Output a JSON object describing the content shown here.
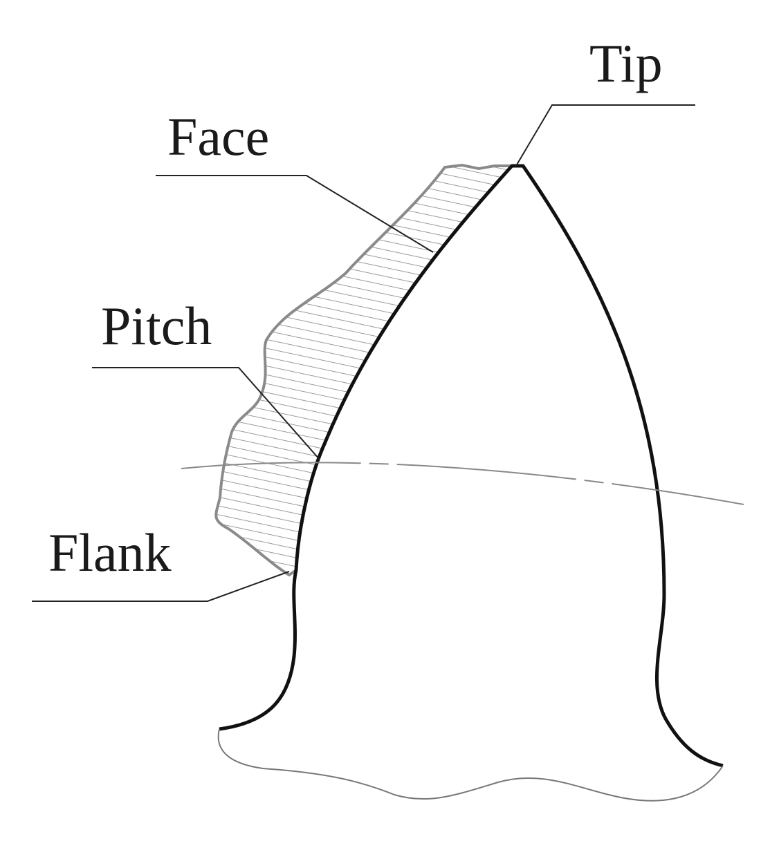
{
  "labels": {
    "tip": "Tip",
    "face": "Face",
    "pitch": "Pitch",
    "flank": "Flank"
  },
  "colors": {
    "outline": "#111111",
    "wear_outline": "#8a8a8a",
    "hatch": "#8c8c8c",
    "background": "#ffffff"
  }
}
